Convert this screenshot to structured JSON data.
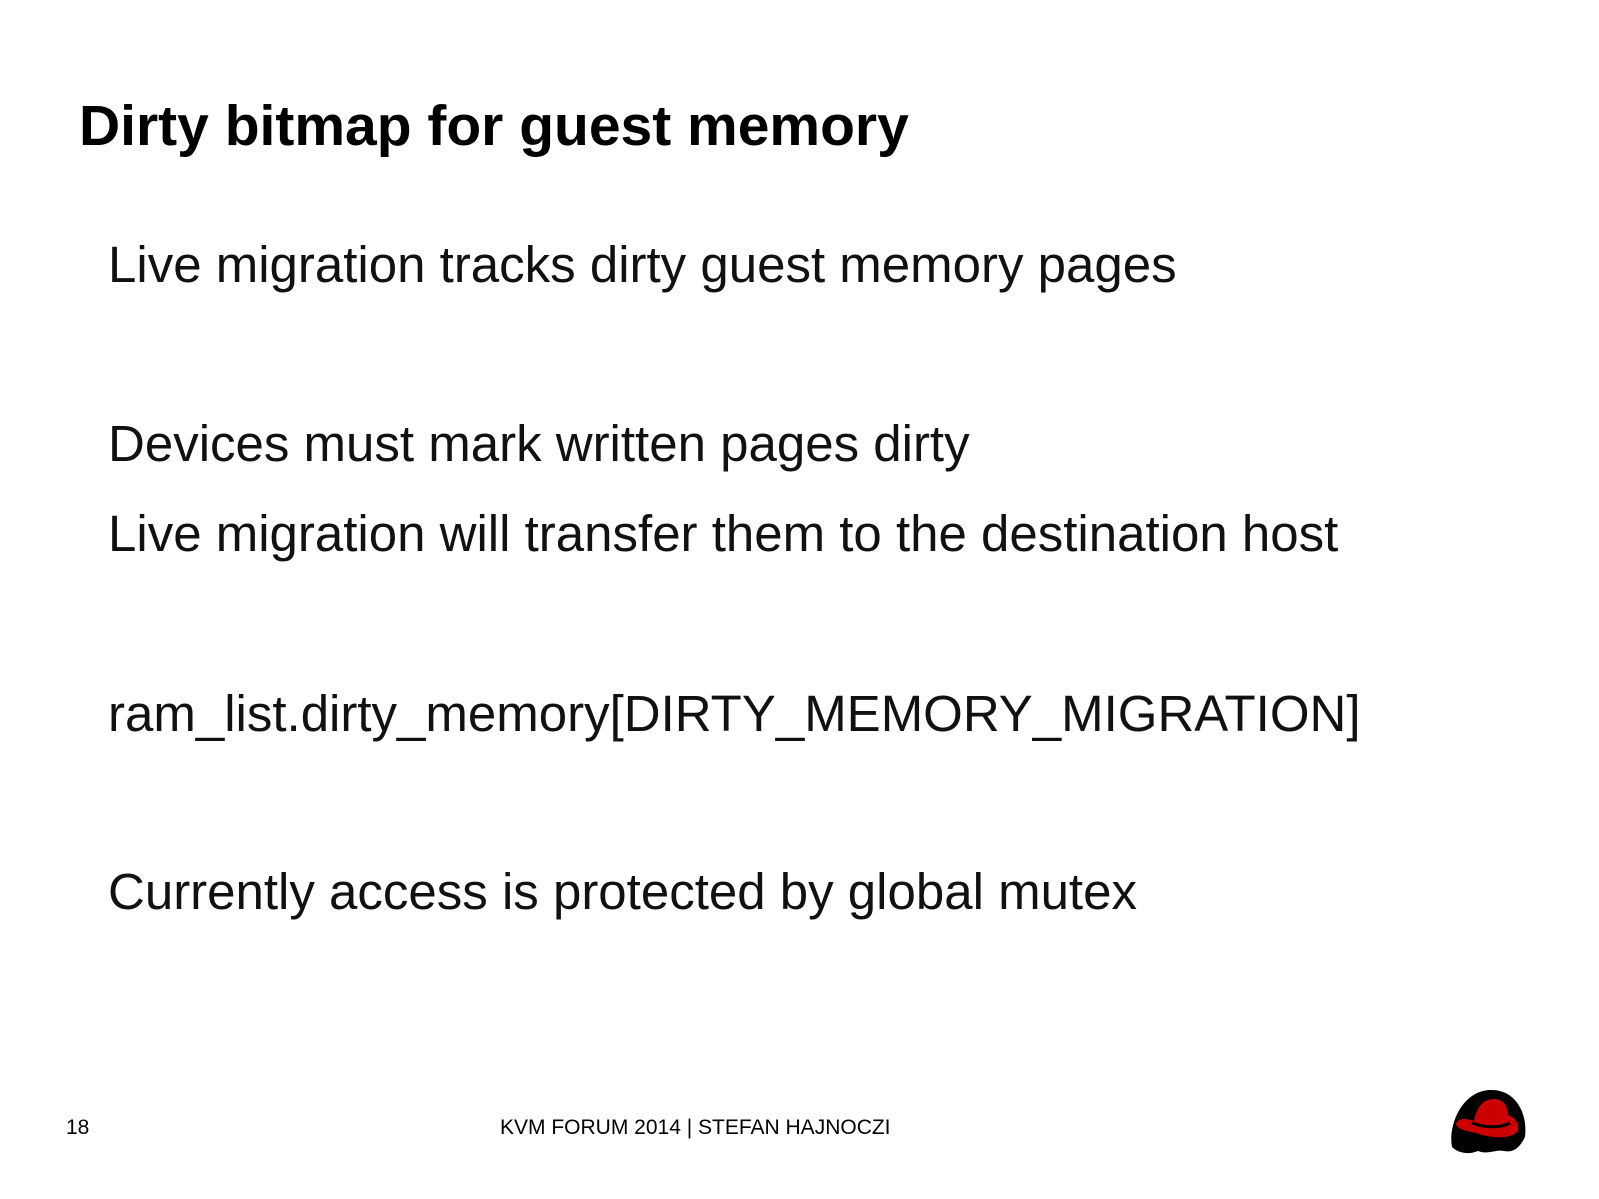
{
  "slide": {
    "title": "Dirty bitmap for guest memory",
    "lines": [
      "Live migration tracks dirty guest memory pages",
      "Devices must mark written pages dirty",
      "Live migration will transfer them to the destination host",
      "ram_list.dirty_memory[DIRTY_MEMORY_MIGRATION]",
      "Currently access is protected by global mutex"
    ]
  },
  "footer": {
    "page_number": "18",
    "text": "KVM FORUM 2014 | STEFAN HAJNOCZI"
  },
  "logo": {
    "icon": "red-hat-shadowman-icon",
    "color": "#cc0000"
  }
}
